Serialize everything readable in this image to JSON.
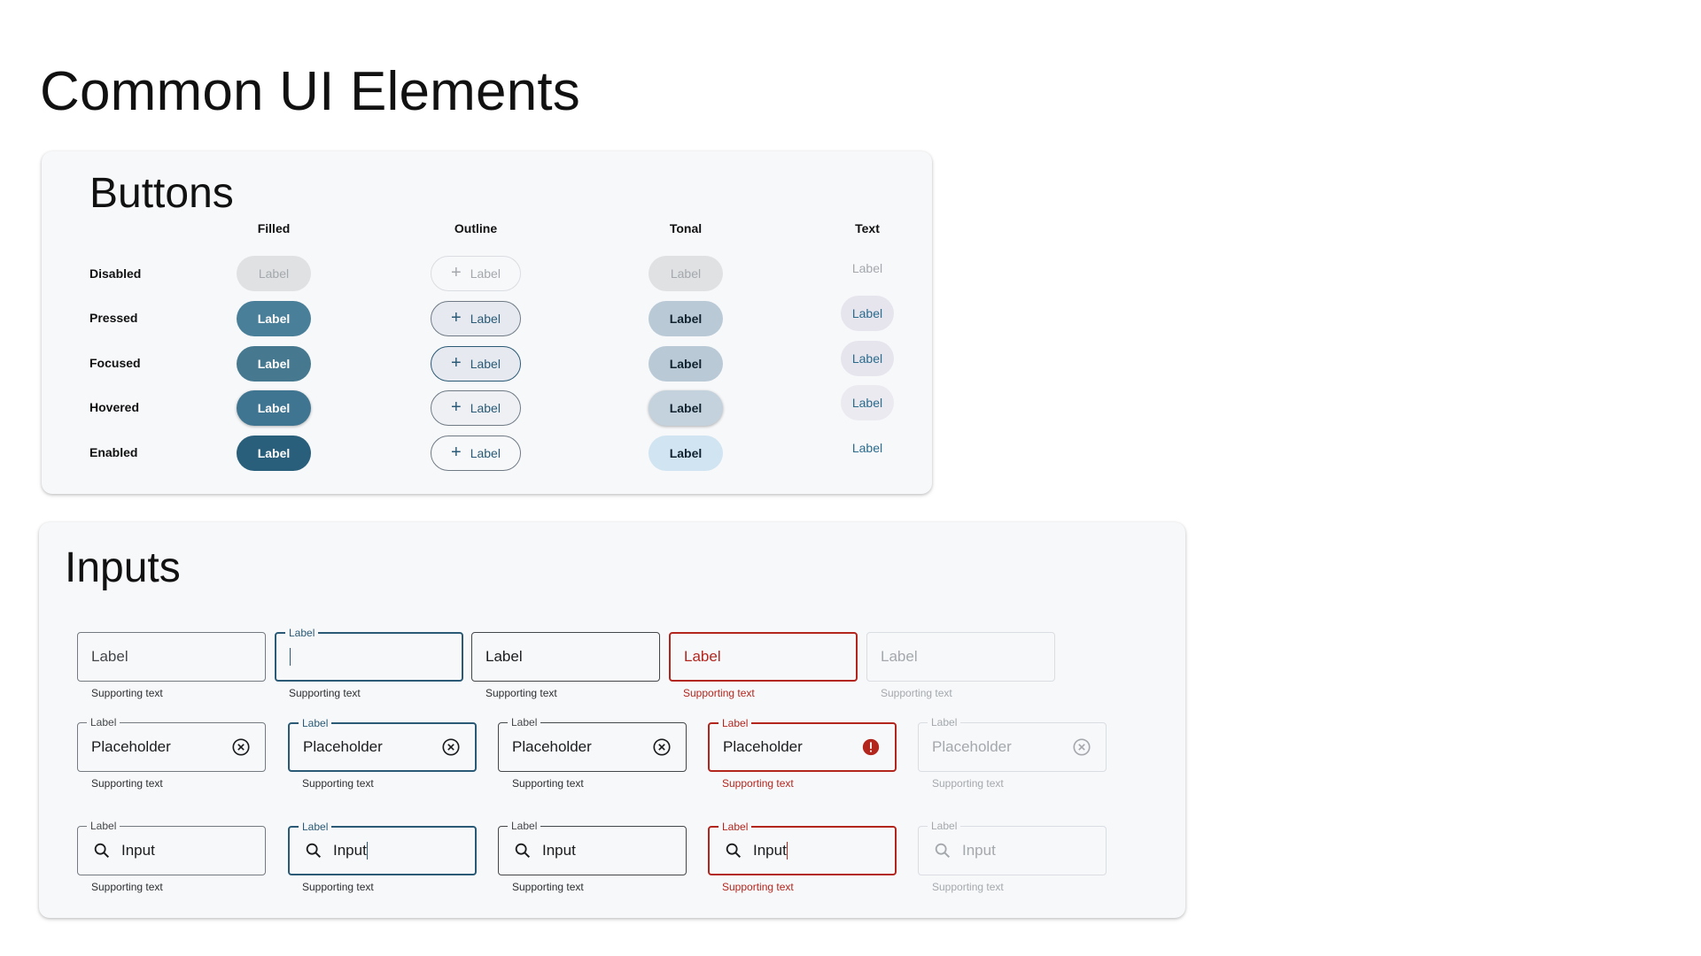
{
  "page": {
    "title": "Common UI Elements"
  },
  "buttons_section": {
    "title": "Buttons",
    "columns": [
      "Filled",
      "Outline",
      "Tonal",
      "Text"
    ],
    "states": [
      "Disabled",
      "Pressed",
      "Focused",
      "Hovered",
      "Enabled"
    ],
    "button_label": "Label",
    "colors": {
      "filled_disabled": "#dfe1e3",
      "filled_pressed": "#4a7f99",
      "filled_focused": "#46798f",
      "filled_hovered": "#3f7591",
      "filled_enabled": "#2a5f7c",
      "tonal_disabled": "#dfe1e3",
      "tonal_pressed": "#b9c9d6",
      "tonal_focused": "#b9c9d6",
      "tonal_hovered": "#c4d2dd",
      "tonal_enabled": "#d1e4f2",
      "text_state_bg": "#e6e5ee"
    }
  },
  "inputs_section": {
    "title": "Inputs",
    "label": "Label",
    "placeholder": "Placeholder",
    "input_value": "Input",
    "supporting_text": "Supporting text",
    "icons": {
      "clear": "cancel-circle-icon",
      "error": "error-icon",
      "search": "search-icon"
    },
    "colors": {
      "active": "#2a5a75",
      "error": "#b3261e",
      "disabled": "#a4a8ac"
    }
  }
}
